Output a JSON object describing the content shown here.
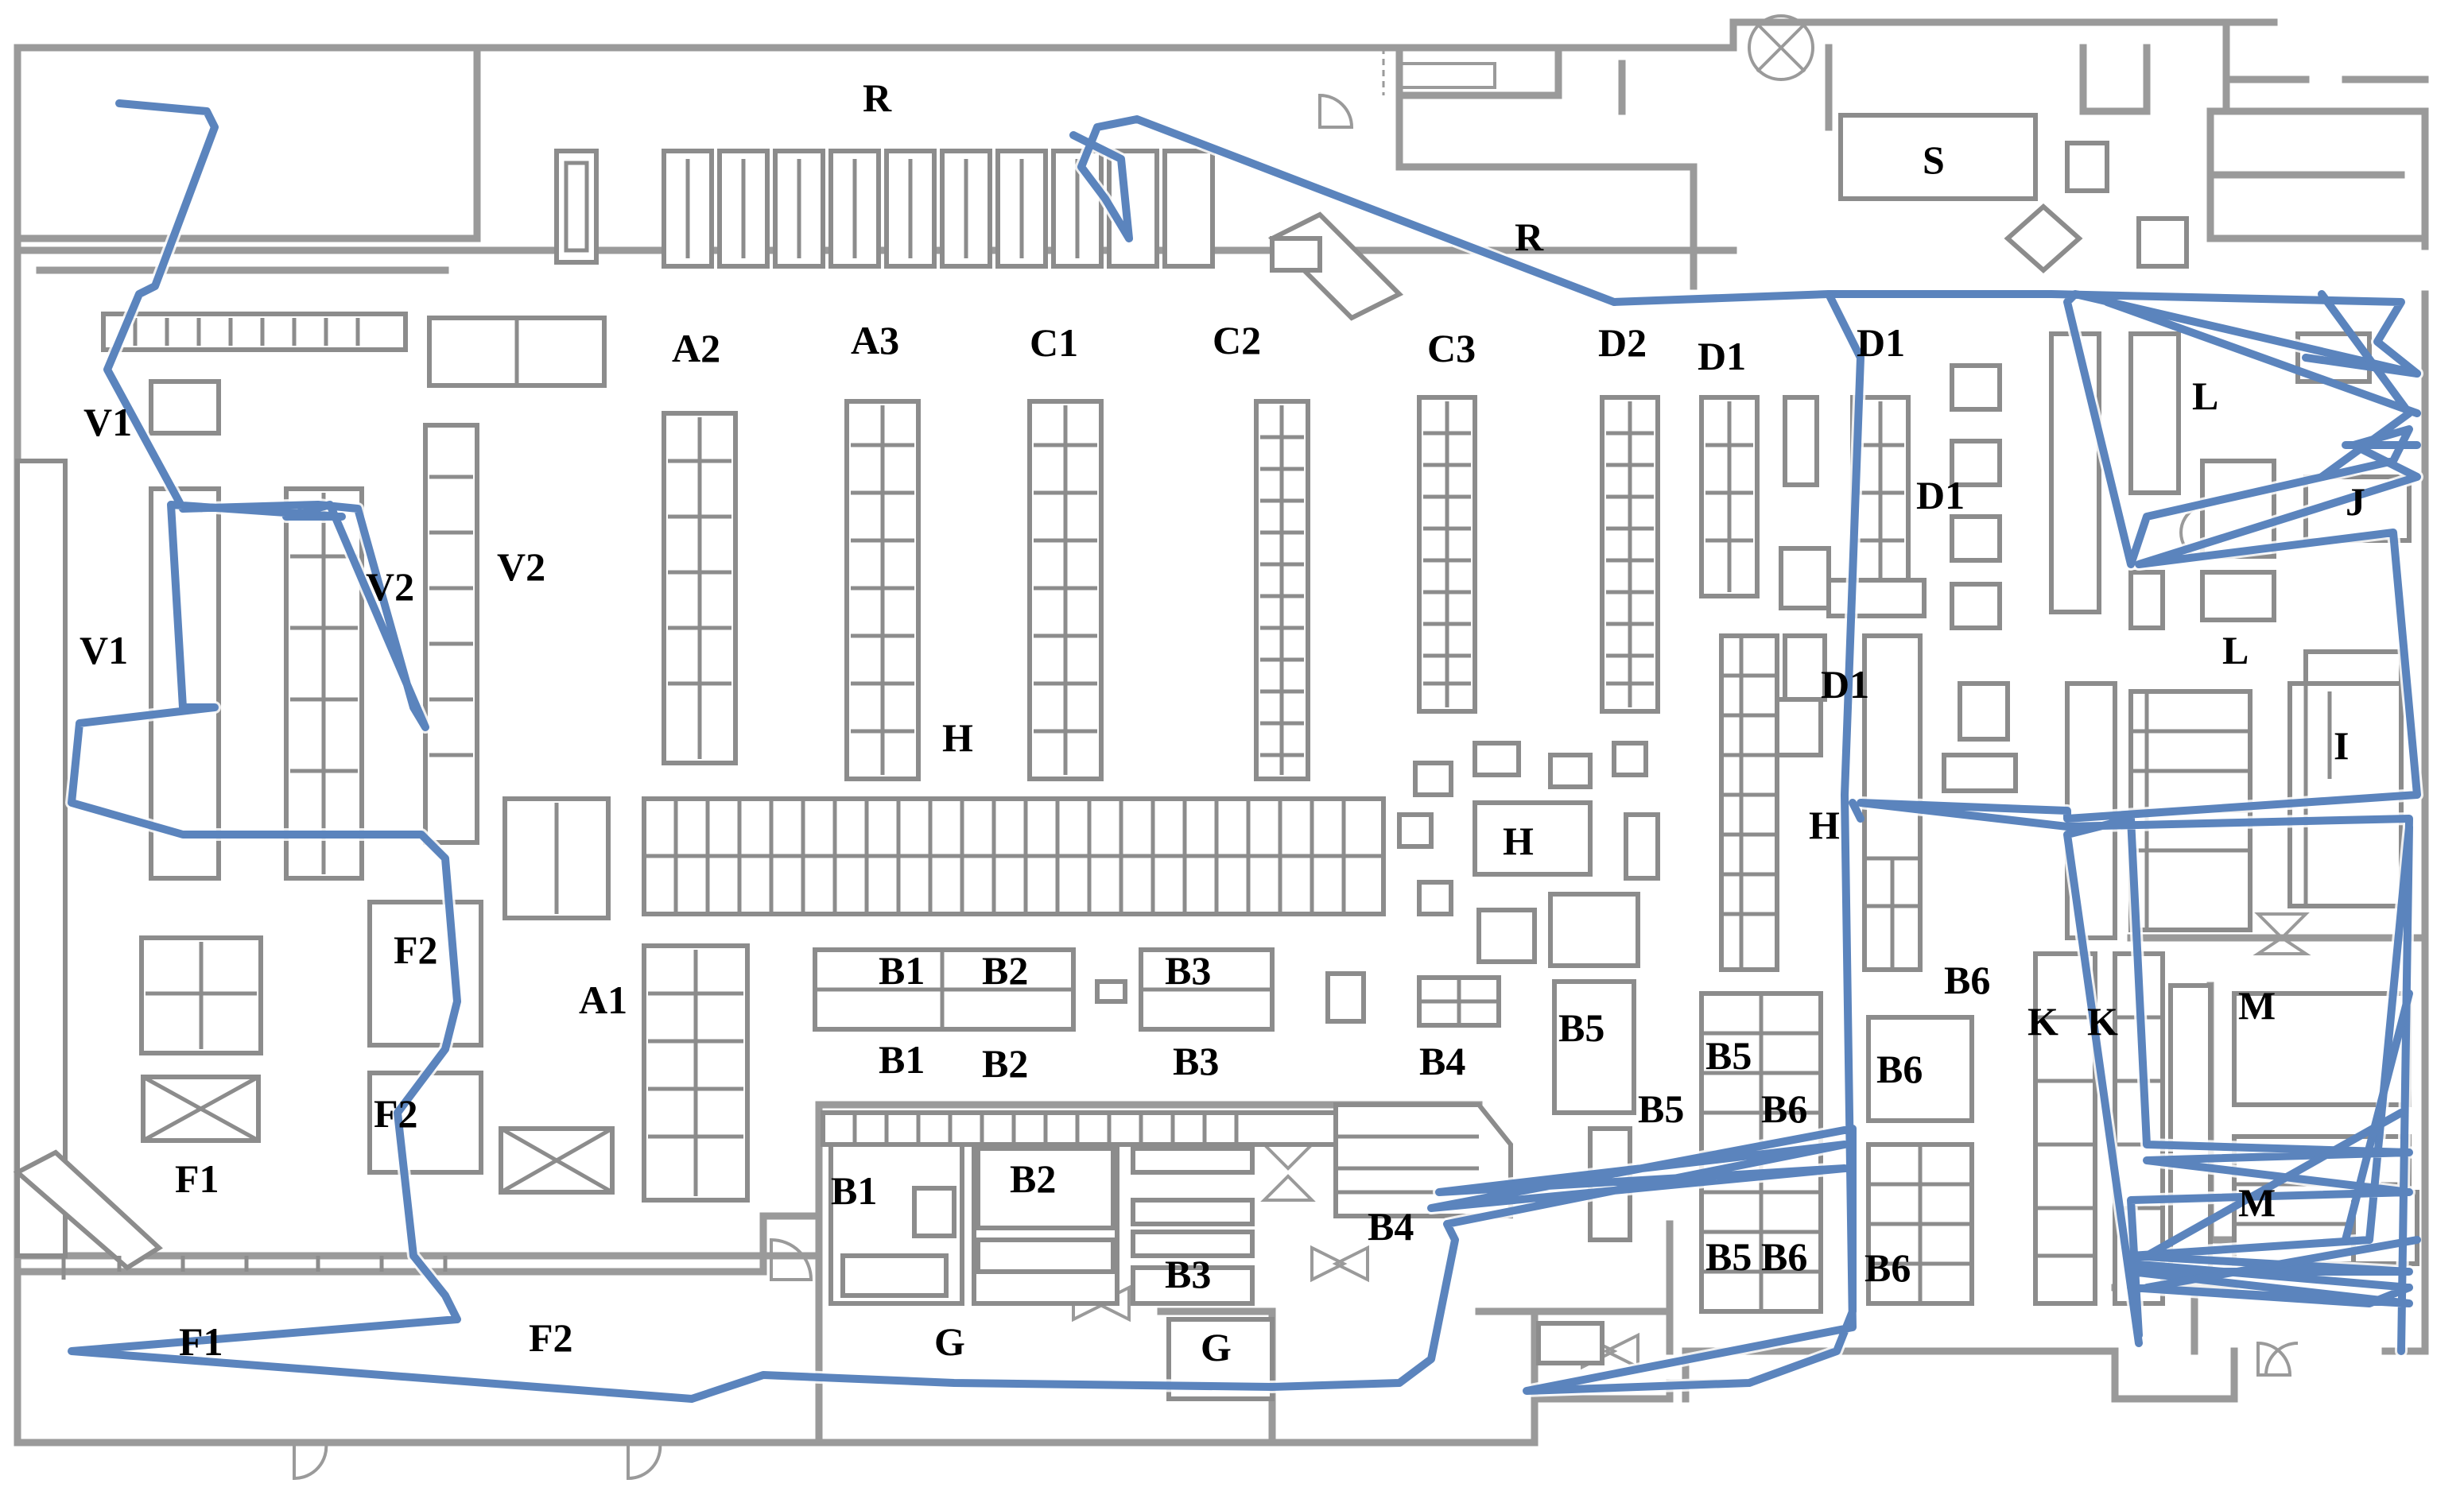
{
  "colors": {
    "wall": "#9a9a9a",
    "rack": "#8c8c8c",
    "route": "#5b84bd",
    "label": "#000000",
    "background": "#ffffff"
  },
  "zones": {
    "R_top": "R",
    "R_right": "R",
    "S": "S",
    "A2": "A2",
    "A3": "A3",
    "C1": "C1",
    "C2": "C2",
    "C3": "C3",
    "D2": "D2",
    "D1_a": "D1",
    "D1_b": "D1",
    "D1_c": "D1",
    "D1_d": "D1",
    "L_a": "L",
    "L_b": "L",
    "J": "J",
    "I": "I",
    "V1_a": "V1",
    "V1_b": "V1",
    "V2_a": "V2",
    "V2_b": "V2",
    "H_a": "H",
    "H_b": "H",
    "H_c": "H",
    "F2_a": "F2",
    "F2_b": "F2",
    "F2_c": "F2",
    "F1_a": "F1",
    "F1_b": "F1",
    "A1": "A1",
    "B1_a": "B1",
    "B1_b": "B1",
    "B1_c": "B1",
    "B2_a": "B2",
    "B2_b": "B2",
    "B2_c": "B2",
    "B3_a": "B3",
    "B3_b": "B3",
    "B3_c": "B3",
    "B4_a": "B4",
    "B4_b": "B4",
    "B5_a": "B5",
    "B5_b": "B5",
    "B5_c": "B5",
    "B5_d": "B5",
    "B6_a": "B6",
    "B6_b": "B6",
    "B6_c": "B6",
    "B6_d": "B6",
    "B6_e": "B6",
    "K": "K",
    "K_b": "K",
    "M_a": "M",
    "M_b": "M",
    "G_a": "G",
    "G_b": "G"
  }
}
